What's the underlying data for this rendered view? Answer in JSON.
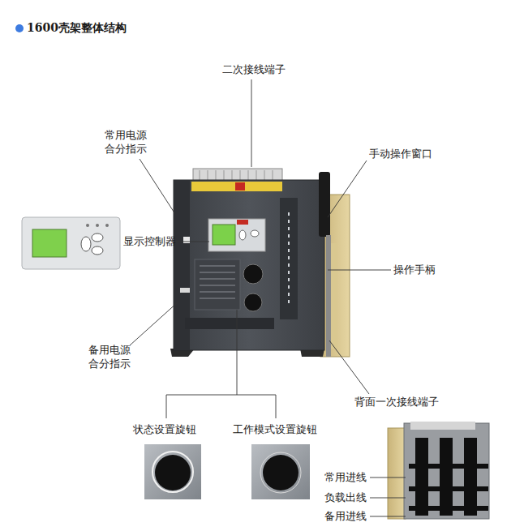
{
  "diagram": {
    "title": "1600壳架整体结构",
    "labels": [
      "二次接线端子",
      "常用电源 合分指示",
      "手动操作窗口",
      "显示控制器",
      "操作手柄",
      "备用电源 合分指示",
      "背面一次接线端子",
      "状态设置旋钮",
      "工作模式设置旋钮",
      "常用进线",
      "负载出线",
      "备用进线"
    ]
  }
}
